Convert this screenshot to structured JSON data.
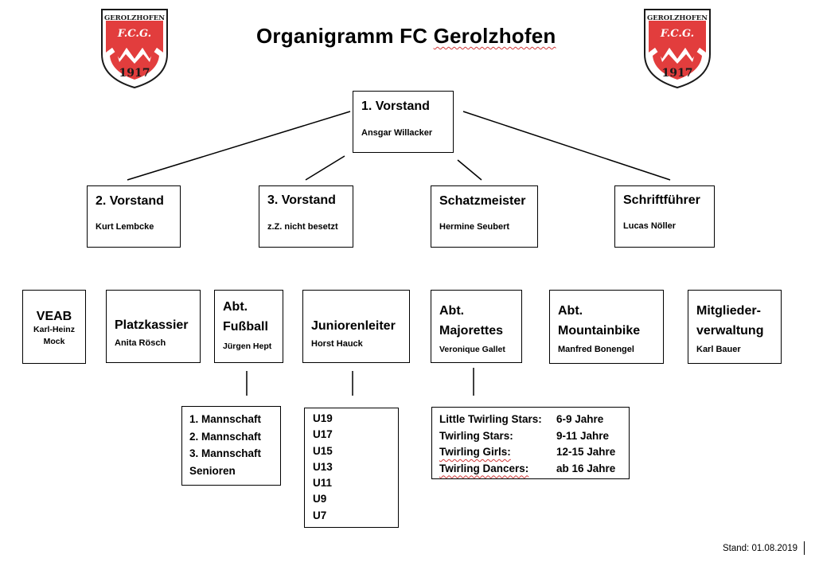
{
  "title": {
    "prefix": "Organigramm FC ",
    "club": "Gerolzhofen"
  },
  "logo": {
    "name": "GEROLZHOFEN",
    "initials": "F.C.G.",
    "year": "1917",
    "colors": {
      "red": "#e23d3d",
      "white": "#ffffff",
      "outline": "#1a1a1a"
    }
  },
  "board": {
    "chair": {
      "title": "1. Vorstand",
      "name": "Ansgar Willacker"
    },
    "second": {
      "title": "2. Vorstand",
      "name": "Kurt Lembcke"
    },
    "third": {
      "title": "3. Vorstand",
      "name": "z.Z. nicht besetzt"
    },
    "treasurer": {
      "title": "Schatzmeister",
      "name": "Hermine Seubert"
    },
    "secretary": {
      "title": "Schriftführer",
      "name": "Lucas Nöller"
    }
  },
  "departments": {
    "veab": {
      "title": "VEAB",
      "name_line1": "Karl-Heinz",
      "name_line2": "Mock"
    },
    "platzkassier": {
      "title": "Platzkassier",
      "name": "Anita Rösch"
    },
    "fussball": {
      "title_line1": "Abt.",
      "title_line2": "Fußball",
      "name": "Jürgen Hept"
    },
    "junioren": {
      "title": "Juniorenleiter",
      "name": "Horst Hauck"
    },
    "majorettes": {
      "title_line1": "Abt.",
      "title_line2": "Majorettes",
      "name": "Veronique Gallet"
    },
    "mountainbike": {
      "title_line1": "Abt.",
      "title_line2": "Mountainbike",
      "name": "Manfred Bonengel"
    },
    "mitglieder": {
      "title_line1": "Mitglieder-",
      "title_line2": "verwaltung",
      "name": "Karl Bauer"
    }
  },
  "football_teams": [
    "1. Mannschaft",
    "2. Mannschaft",
    "3. Mannschaft",
    "Senioren"
  ],
  "youth_teams": [
    "U19",
    "U17",
    "U15",
    "U13",
    "U11",
    "U9",
    "U7"
  ],
  "twirling_groups": [
    {
      "name": "Little Twirling Stars:",
      "age": "6-9 Jahre"
    },
    {
      "name": "Twirling Stars:",
      "age": "9-11 Jahre"
    },
    {
      "name": "Twirling Girls:",
      "age": "12-15 Jahre"
    },
    {
      "name": "Twirling Dancers:",
      "age": "ab 16 Jahre"
    }
  ],
  "footer": {
    "stand": "Stand: 01.08.2019"
  }
}
